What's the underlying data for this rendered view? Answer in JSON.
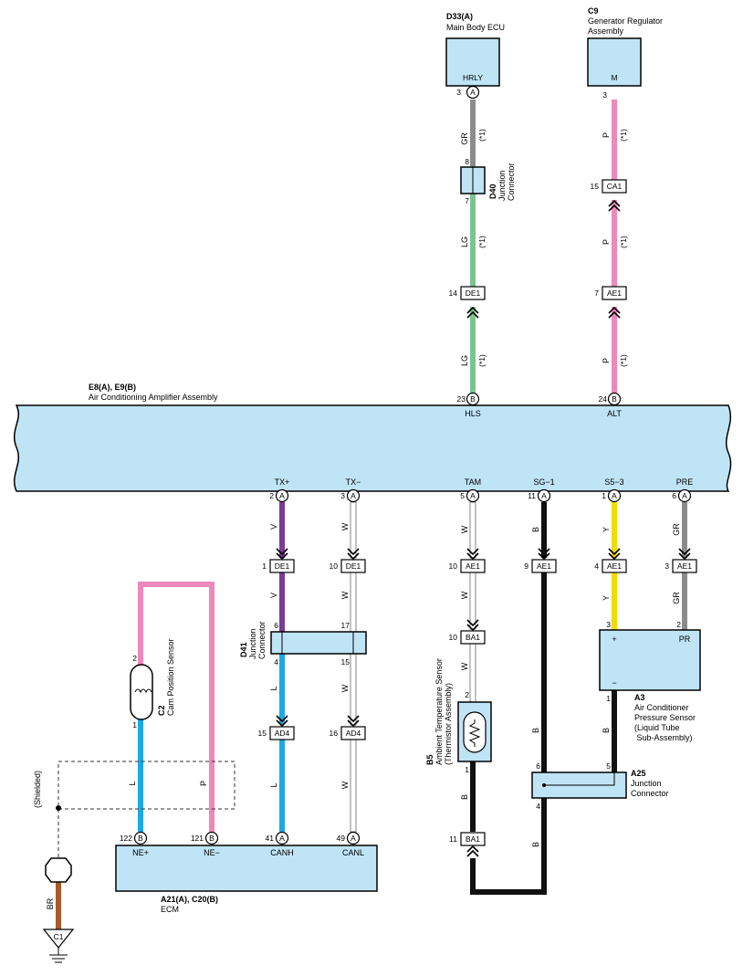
{
  "components": {
    "d33": {
      "code": "D33(A)",
      "name": "Main Body ECU",
      "terminal": "HRLY",
      "pin": "3",
      "conn": "A"
    },
    "c9": {
      "code": "C9",
      "name_lines": [
        "Generator Regulator",
        "Assembly"
      ],
      "terminal": "M",
      "pin": "3"
    },
    "d40": {
      "code": "D40",
      "name_lines": [
        "Junction",
        "Connector"
      ],
      "pin_in": "8",
      "pin_out": "7"
    },
    "amp": {
      "code": "E8(A), E9(B)",
      "name": "Air Conditioning Amplifier Assembly"
    },
    "d41": {
      "code": "D41",
      "name_lines": [
        "Junction",
        "Connector"
      ],
      "pins": [
        "6",
        "17",
        "4",
        "15"
      ]
    },
    "c2": {
      "code": "C2",
      "name": "Cam Position Sensor",
      "pin_top": "2",
      "pin_bottom": "1"
    },
    "b5": {
      "code": "B5",
      "name_lines": [
        "Ambient Temperature Sensor",
        "(Thermistor Assembly)"
      ],
      "pin_top": "2",
      "pin_bottom": "1"
    },
    "a3": {
      "code": "A3",
      "name_lines": [
        "Air Conditioner",
        "Pressure Sensor",
        "(Liquid Tube",
        " Sub-Assembly)"
      ],
      "plus": "+",
      "minus": "−",
      "terminal": "PR",
      "pins": [
        "3",
        "2",
        "1"
      ]
    },
    "a25": {
      "code": "A25",
      "name_lines": [
        "Junction",
        "Connector"
      ],
      "pins": [
        "6",
        "5",
        "4"
      ]
    },
    "ecm": {
      "code": "A21(A), C20(B)",
      "name": "ECM"
    },
    "ground": {
      "code": "C1"
    }
  },
  "amp_terminals": {
    "hls": {
      "label": "HLS",
      "pin": "23",
      "conn": "B"
    },
    "alt": {
      "label": "ALT",
      "pin": "24",
      "conn": "B"
    },
    "txp": {
      "label": "TX+",
      "pin": "2",
      "conn": "A"
    },
    "txm": {
      "label": "TX−",
      "pin": "3",
      "conn": "A"
    },
    "tam": {
      "label": "TAM",
      "pin": "5",
      "conn": "A"
    },
    "sg1": {
      "label": "SG−1",
      "pin": "11",
      "conn": "A"
    },
    "s53": {
      "label": "S5−3",
      "pin": "1",
      "conn": "A"
    },
    "pre": {
      "label": "PRE",
      "pin": "6",
      "conn": "A"
    }
  },
  "ecm_terminals": {
    "nep": {
      "label": "NE+",
      "pin": "122",
      "conn": "B"
    },
    "nem": {
      "label": "NE−",
      "pin": "121",
      "conn": "B"
    },
    "canh": {
      "label": "CANH",
      "pin": "41",
      "conn": "A"
    },
    "canl": {
      "label": "CANL",
      "pin": "49",
      "conn": "A"
    }
  },
  "inline_connectors": {
    "de1_top": {
      "name": "DE1",
      "pin": "14"
    },
    "ca1": {
      "name": "CA1",
      "pin": "15"
    },
    "ae1_top": {
      "name": "AE1",
      "pin": "7"
    },
    "de1_txp": {
      "name": "DE1",
      "pin": "1"
    },
    "de1_txm": {
      "name": "DE1",
      "pin": "10"
    },
    "ae1_tam": {
      "name": "AE1",
      "pin": "10"
    },
    "ae1_sg1": {
      "name": "AE1",
      "pin": "9"
    },
    "ae1_s53": {
      "name": "AE1",
      "pin": "4"
    },
    "ae1_pre": {
      "name": "AE1",
      "pin": "3"
    },
    "ad4_canh": {
      "name": "AD4",
      "pin": "15"
    },
    "ad4_canl": {
      "name": "AD4",
      "pin": "16"
    },
    "ba1_top": {
      "name": "BA1",
      "pin": "10"
    },
    "ba1_bottom": {
      "name": "BA1",
      "pin": "11"
    }
  },
  "wire_colors": {
    "gr": "GR",
    "lg": "LG",
    "p": "P",
    "v": "V",
    "w": "W",
    "b": "B",
    "y": "Y",
    "l": "L",
    "br": "BR"
  },
  "wire_note": "(*1)",
  "shielded_label": "(Shielded)",
  "colors": {
    "connector_fill": "#bfe4f6",
    "gr": "#8c8c8c",
    "lg": "#7cc48f",
    "p": "#ee88bb",
    "v": "#7a3a96",
    "w": "#ffffff",
    "b": "#111111",
    "y": "#f0dc00",
    "l": "#1ca8e4",
    "br": "#a9592a"
  }
}
